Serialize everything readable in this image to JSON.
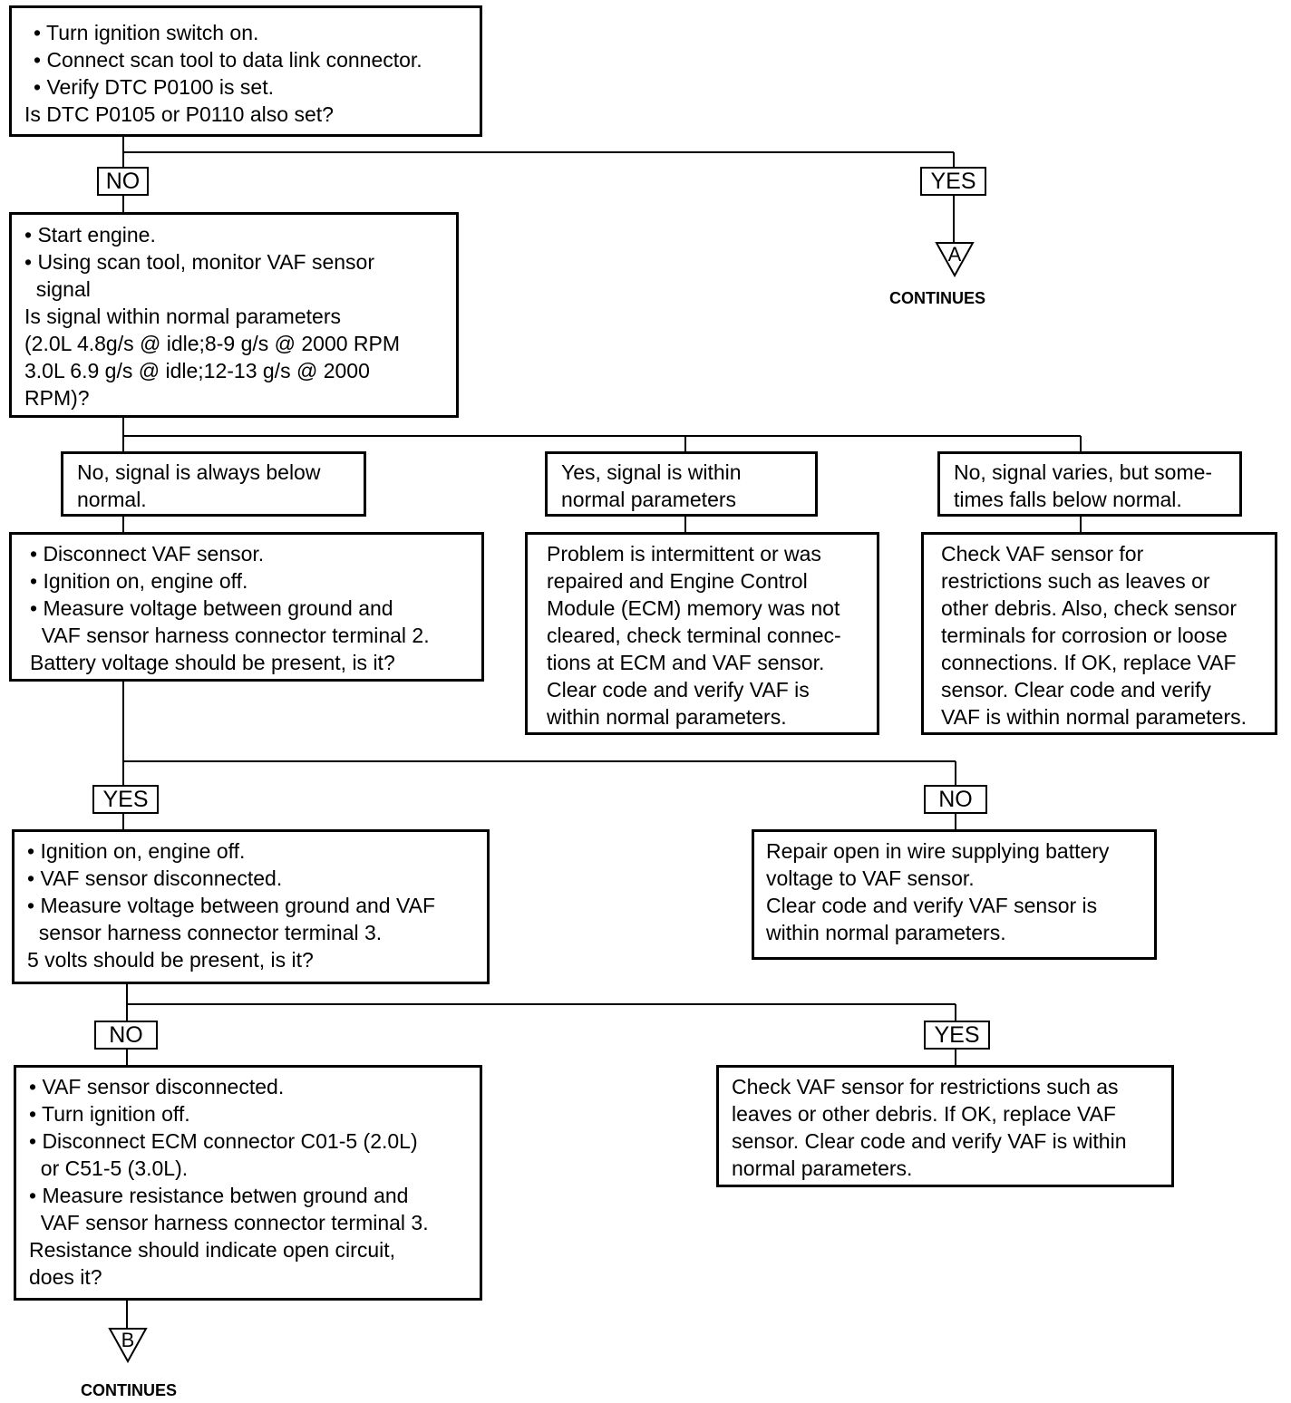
{
  "boxes": {
    "b1": [
      "• Turn ignition switch on.",
      "• Connect scan tool to data link connector.",
      "• Verify DTC P0100 is set.",
      "Is DTC P0105 or P0110 also set?"
    ],
    "b2": [
      "• Start engine.",
      "• Using scan tool, monitor VAF sensor",
      "  signal",
      "Is signal within normal parameters",
      "(2.0L 4.8g/s @ idle;8-9 g/s @ 2000 RPM",
      "3.0L 6.9 g/s @ idle;12-13 g/s @ 2000",
      "RPM)?"
    ],
    "c1": [
      "No, signal is always below",
      "normal."
    ],
    "c2": [
      "Yes, signal is within",
      "normal parameters"
    ],
    "c3": [
      "No, signal varies, but some-",
      "times falls below normal."
    ],
    "b3": [
      "• Disconnect VAF sensor.",
      "• Ignition on, engine off.",
      "• Measure voltage between ground and",
      "  VAF sensor harness connector terminal 2.",
      "Battery voltage should be present, is it?"
    ],
    "b4": [
      "Problem is intermittent or was",
      "repaired and Engine Control",
      "Module (ECM) memory was not",
      "cleared, check terminal connec-",
      "tions at ECM and VAF sensor.",
      "Clear code and verify VAF is",
      "within normal parameters."
    ],
    "b5": [
      "Check VAF sensor for",
      "restrictions such as leaves or",
      "other debris. Also, check sensor",
      "terminals for corrosion or loose",
      "connections. If OK, replace VAF",
      "sensor. Clear code and verify",
      "VAF is within normal parameters."
    ],
    "b6": [
      "• Ignition on, engine off.",
      "• VAF sensor disconnected.",
      "• Measure voltage between ground and VAF",
      "  sensor harness connector terminal 3.",
      "5 volts should be present, is it?"
    ],
    "b7": [
      "Repair open in wire supplying battery",
      "voltage to VAF sensor.",
      "Clear code and verify VAF sensor is",
      "within normal parameters."
    ],
    "b8": [
      "• VAF sensor disconnected.",
      "• Turn ignition off.",
      "• Disconnect ECM connector C01-5 (2.0L)",
      "  or C51-5 (3.0L).",
      "• Measure resistance betwen ground and",
      "  VAF sensor harness connector terminal 3.",
      "Resistance should indicate open circuit,",
      "does it?"
    ],
    "b9": [
      "Check VAF sensor for restrictions such as",
      "leaves or other debris. If OK, replace VAF",
      "sensor. Clear code and verify VAF is within",
      "normal parameters."
    ]
  },
  "tags": {
    "t1_no": "NO",
    "t1_yes": "YES",
    "t2_yes": "YES",
    "t2_no": "NO",
    "t3_no": "NO",
    "t3_yes": "YES"
  },
  "connectors": {
    "a_letter": "A",
    "a_text": "CONTINUES",
    "b_letter": "B",
    "b_text": "CONTINUES"
  }
}
